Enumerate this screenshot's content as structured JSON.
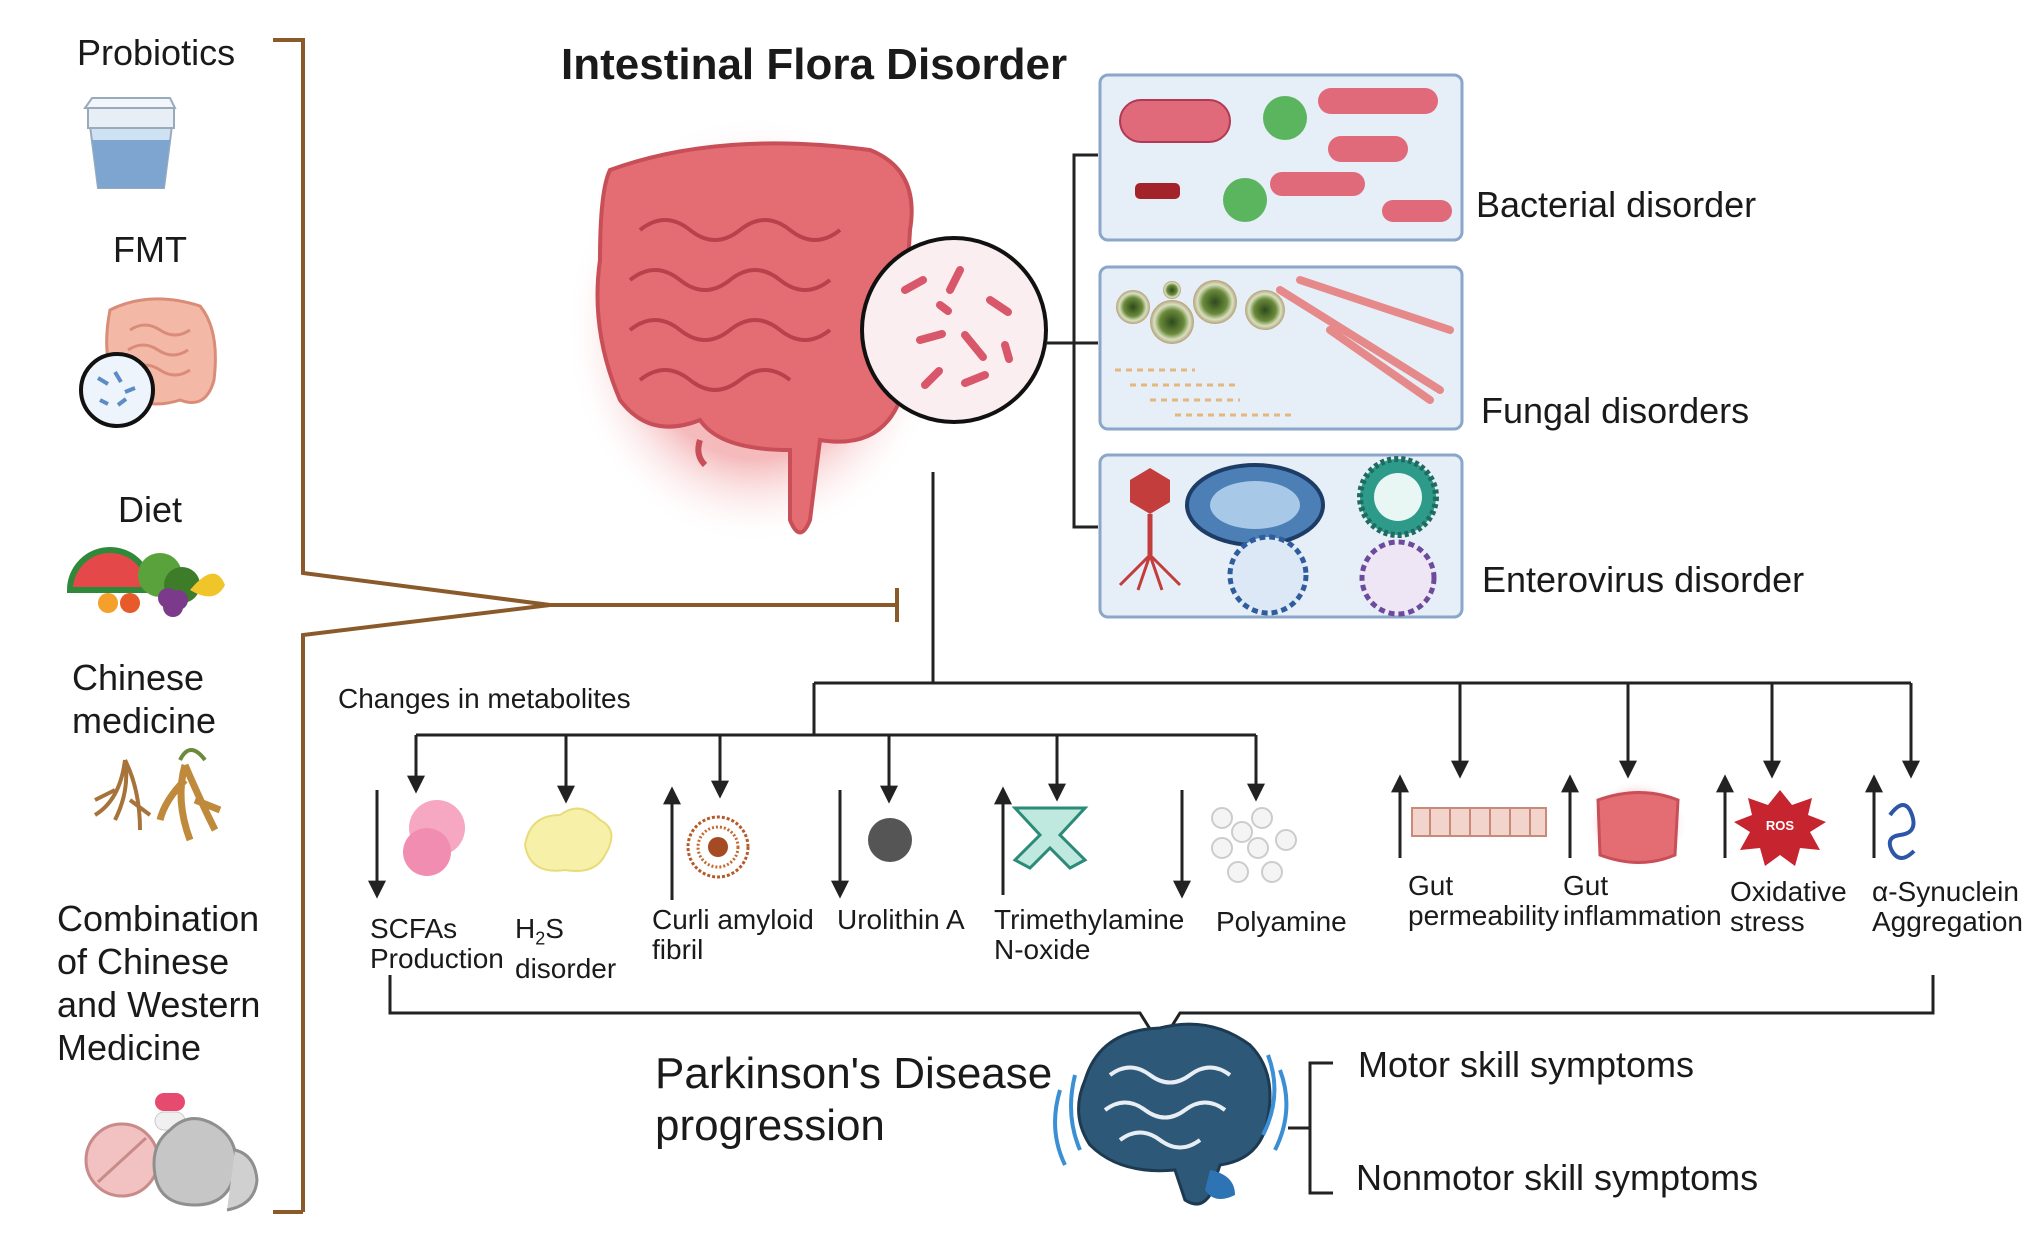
{
  "title": "Intestinal Flora Disorder",
  "interventions": {
    "probiotics": "Probiotics",
    "fmt": "FMT",
    "diet": "Diet",
    "chinese_medicine": "Chinese medicine",
    "combination": "Combination of Chinese and Western Medicine"
  },
  "disorders": {
    "bacterial": "Bacterial disorder",
    "fungal": "Fungal disorders",
    "enterovirus": "Enterovirus disorder"
  },
  "metabolites_header": "Changes in metabolites",
  "metabolites": {
    "scfa": "SCFAs Production",
    "h2s_prefix": "H",
    "h2s_sub": "2",
    "h2s_suffix": "S disorder",
    "curli": "Curli amyloid fibril",
    "urolithin": "Urolithin A",
    "tmao": "Trimethylamine N-oxide",
    "polyamine": "Polyamine"
  },
  "effects": {
    "gut_perm": "Gut permeability",
    "gut_infl": "Gut inflammation",
    "oxidative": "Oxidative stress",
    "ros": "ROS",
    "synuclein": "α-Synuclein Aggregation"
  },
  "outcome": {
    "pd": "Parkinson's Disease progression",
    "motor": "Motor skill symptoms",
    "nonmotor": "Nonmotor skill symptoms"
  },
  "colors": {
    "bracket": "#8b5a2b",
    "line": "#222222",
    "gut": "#e2737a",
    "panel_bg": "#e6eef7",
    "panel_border": "#8aa6c8",
    "brain": "#2d5878"
  }
}
